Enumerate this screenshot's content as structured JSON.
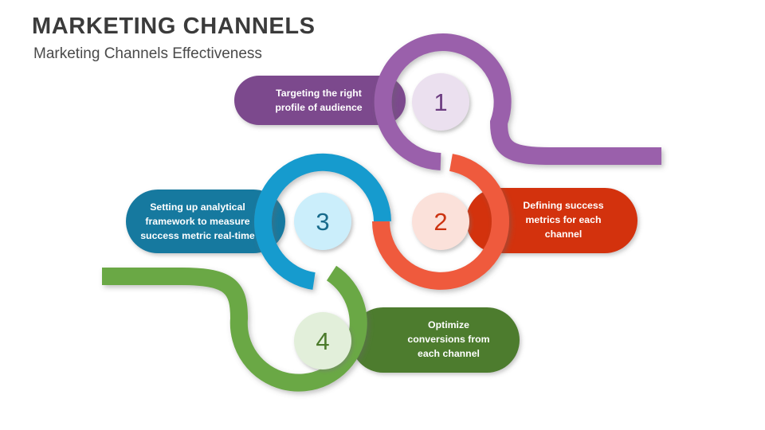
{
  "slide": {
    "title": "MARKETING CHANNELS",
    "subtitle": "Marketing Channels Effectiveness",
    "background_color": "#ffffff",
    "title_color": "#3b3b3b",
    "subtitle_color": "#4a4a4a"
  },
  "steps": [
    {
      "number": "1",
      "label_lines": [
        "Targeting the right",
        "profile of audience"
      ],
      "ring_color": "#9a60ab",
      "pill_color": "#7c4a8d",
      "inner_circle_color": "#ebe0ef",
      "number_color": "#6c3c80",
      "label_side": "left"
    },
    {
      "number": "2",
      "label_lines": [
        "Defining success",
        "metrics for each",
        "channel"
      ],
      "ring_color": "#ef5a3c",
      "pill_color": "#d3300e",
      "inner_circle_color": "#fbe1da",
      "number_color": "#cc3311",
      "label_side": "right"
    },
    {
      "number": "3",
      "label_lines": [
        "Setting up analytical",
        "framework to measure",
        "success metric real-time"
      ],
      "ring_color": "#139bce",
      "pill_color": "#13799f",
      "inner_circle_color": "#cbeefb",
      "number_color": "#186b8c",
      "label_side": "left"
    },
    {
      "number": "4",
      "label_lines": [
        "Optimize",
        "conversions from",
        "each channel"
      ],
      "ring_color": "#6aa844",
      "pill_color": "#4d7c2d",
      "inner_circle_color": "#e2efda",
      "number_color": "#4b7a2b",
      "label_side": "right"
    }
  ]
}
